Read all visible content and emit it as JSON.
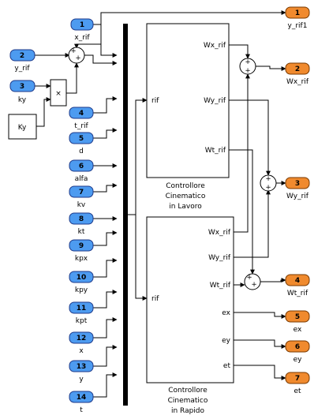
{
  "diagram": {
    "inputs": [
      {
        "num": "1",
        "label": "x_rif"
      },
      {
        "num": "2",
        "label": "y_rif"
      },
      {
        "num": "3",
        "label": "ky"
      },
      {
        "num": "4",
        "label": "t_rif"
      },
      {
        "num": "5",
        "label": "d"
      },
      {
        "num": "6",
        "label": "alfa"
      },
      {
        "num": "7",
        "label": "kv"
      },
      {
        "num": "8",
        "label": "kt"
      },
      {
        "num": "9",
        "label": "kpx"
      },
      {
        "num": "10",
        "label": "kpy"
      },
      {
        "num": "11",
        "label": "kpt"
      },
      {
        "num": "12",
        "label": "x"
      },
      {
        "num": "13",
        "label": "y"
      },
      {
        "num": "14",
        "label": "t"
      }
    ],
    "outputs": [
      {
        "num": "1",
        "label": "y_rif1"
      },
      {
        "num": "2",
        "label": "Wx_rif"
      },
      {
        "num": "3",
        "label": "Wy_rif"
      },
      {
        "num": "4",
        "label": "Wt_rif"
      },
      {
        "num": "5",
        "label": "ex"
      },
      {
        "num": "6",
        "label": "ey"
      },
      {
        "num": "7",
        "label": "et"
      }
    ],
    "constant_label": "Ky",
    "product_symbol": "×",
    "sum_signs": {
      "plus": "+"
    },
    "controller_lavoro": {
      "name_line1": "Controllore",
      "name_line2": "Cinematico",
      "name_line3": "in Lavoro",
      "in_port": "rif",
      "out_ports": [
        "Wx_rif",
        "Wy_rif",
        "Wt_rif"
      ]
    },
    "controller_rapido": {
      "name_line1": "Controllore",
      "name_line2": "Cinematico",
      "name_line3": "in Rapido",
      "in_port": "rif",
      "out_ports": [
        "Wx_rif",
        "Wy_rif",
        "Wt_rif",
        "ex",
        "ey",
        "et"
      ]
    },
    "colors": {
      "input_port": "#4d9bf0",
      "output_port": "#f08a2e",
      "line": "#000000"
    }
  }
}
